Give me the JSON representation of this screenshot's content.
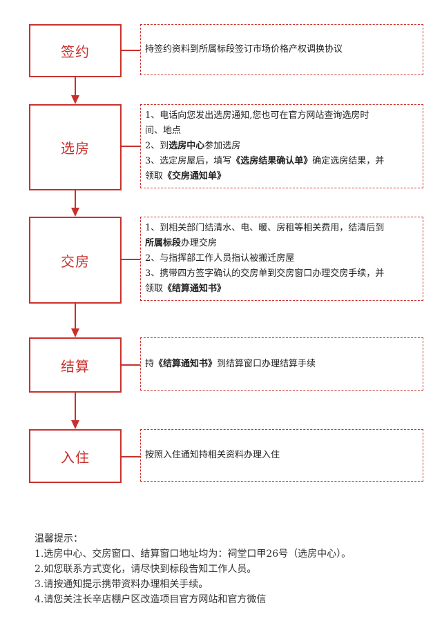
{
  "steps": [
    {
      "label": "签约",
      "note_lines": [
        [
          {
            "t": "持签约资料到所属标段签订市场价格产权调换协议",
            "b": false
          }
        ]
      ]
    },
    {
      "label": "选房",
      "note_lines": [
        [
          {
            "t": "1、电话向您发出选房通知,您也可在官方网站查询选房时",
            "b": false
          }
        ],
        [
          {
            "t": "间、地点",
            "b": false
          }
        ],
        [
          {
            "t": "2、到",
            "b": false
          },
          {
            "t": "选房中心",
            "b": true
          },
          {
            "t": "参加选房",
            "b": false
          }
        ],
        [
          {
            "t": "3、选定房屋后，填写",
            "b": false
          },
          {
            "t": "《选房结果确认单》",
            "b": true
          },
          {
            "t": "确定选房结果，并",
            "b": false
          }
        ],
        [
          {
            "t": "领取",
            "b": false
          },
          {
            "t": "《交房通知单》",
            "b": true
          }
        ]
      ]
    },
    {
      "label": "交房",
      "note_lines": [
        [
          {
            "t": "1、到相关部门结清水、电、暖、房租等相关费用，结清后到",
            "b": false
          }
        ],
        [
          {
            "t": "所属标段",
            "b": true
          },
          {
            "t": "办理交房",
            "b": false
          }
        ],
        [
          {
            "t": "2、与指挥部工作人员指认被搬迁房屋",
            "b": false
          }
        ],
        [
          {
            "t": "3、携带四方签字确认的交房单到交房窗口办理交房手续，并",
            "b": false
          }
        ],
        [
          {
            "t": "领取",
            "b": false
          },
          {
            "t": "《结算通知书》",
            "b": true
          }
        ]
      ]
    },
    {
      "label": "结算",
      "note_lines": [
        [
          {
            "t": "持",
            "b": false
          },
          {
            "t": "《结算通知书》",
            "b": true
          },
          {
            "t": "到结算窗口办理结算手续",
            "b": false
          }
        ]
      ]
    },
    {
      "label": "入住",
      "note_lines": [
        [
          {
            "t": "按照入住通知持相关资料办理入住",
            "b": false
          }
        ]
      ]
    }
  ],
  "tips": {
    "title": "温馨提示：",
    "items": [
      "1.选房中心、交房窗口、结算窗口地址均为：祠堂口甲26号（选房中心）。",
      "2.如您联系方式变化，请尽快到标段告知工作人员。",
      "3.请按通知提示携带资料办理相关手续。",
      "4.请您关注长辛店棚户区改造项目官方网站和官方微信"
    ]
  },
  "colors": {
    "accent": "#c9302c"
  }
}
